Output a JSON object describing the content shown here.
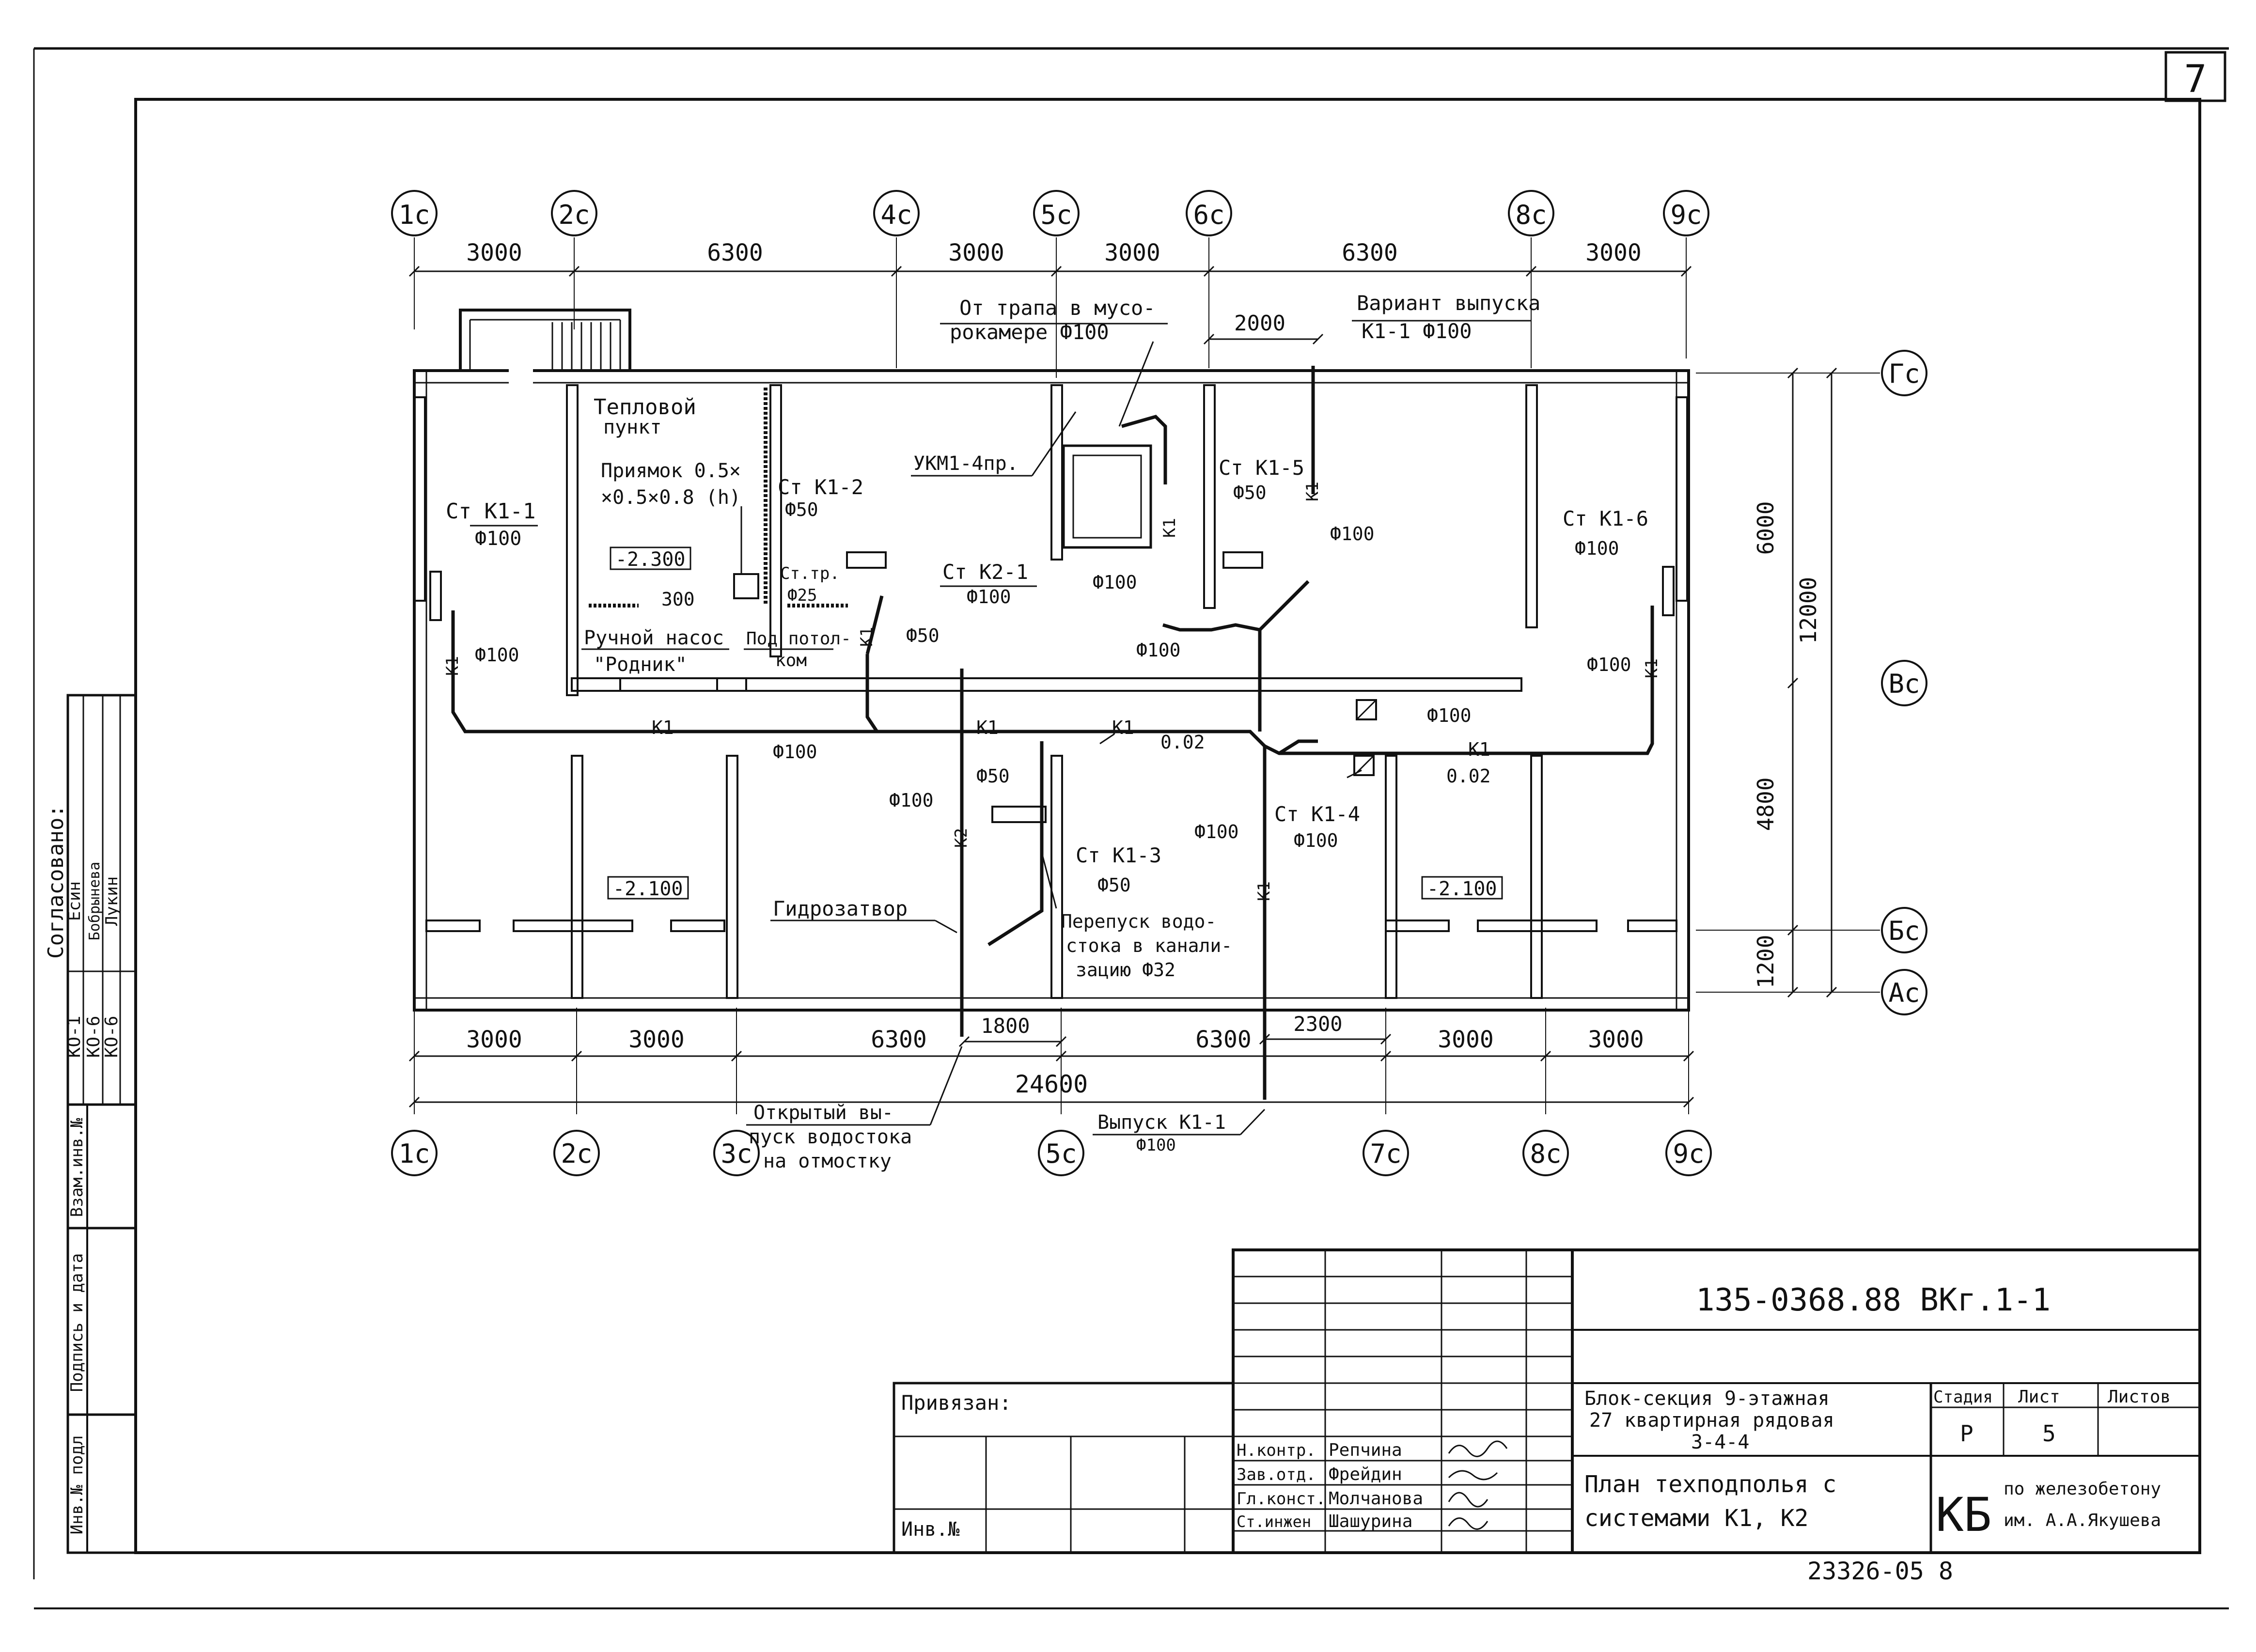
{
  "sheet_corner_number": "7",
  "axes_top": [
    "1c",
    "2c",
    "4c",
    "5c",
    "6c",
    "8c",
    "9c"
  ],
  "axes_bottom": [
    "1c",
    "2c",
    "3c",
    "5c",
    "7c",
    "8c",
    "9c"
  ],
  "axes_right": [
    "Гс",
    "Вс",
    "Бс",
    "Ас"
  ],
  "dims_top": [
    "3000",
    "6300",
    "3000",
    "3000",
    "6300",
    "3000"
  ],
  "dims_bottom": [
    "3000",
    "3000",
    "6300",
    "6300",
    "3000",
    "3000"
  ],
  "dim_total": "24600",
  "dim_2000": "2000",
  "dim_1800": "1800",
  "dim_2300": "2300",
  "dim_300": "300",
  "dims_right": [
    "6000",
    "4800",
    "1200",
    "12000"
  ],
  "labels": {
    "ot_trapa_1": "От трапа в мусо-",
    "ot_trapa_2": "рокамере Ф100",
    "variant_1": "Вариант выпуска",
    "variant_2": "К1-1 Ф100",
    "teplovoy_1": "Тепловой",
    "teplovoy_2": "пункт",
    "priyamok_1": "Приямок 0.5×",
    "priyamok_2": "×0.5×0.8 (h)",
    "ukm": "УКМ1-4пр.",
    "stk11": "Ст К1-1",
    "stk12": "Ст К1-2",
    "stk15": "Ст К1-5",
    "stk16": "Ст К1-6",
    "stk21": "Ст К2-1",
    "stk13": "Ст К1-3",
    "stk14": "Ст К1-4",
    "sttr_1": "Ст.тр.",
    "sttr_2": "Ф25",
    "d100": "Ф100",
    "d50": "Ф50",
    "elev_2300": "-2.300",
    "elev_2100": "-2.100",
    "ruchnoy_1": "Ручной насос",
    "ruchnoy_2": "\"Родник\"",
    "pod_potol_1": "Под потол-",
    "pod_potol_2": "ком",
    "k1": "К1",
    "k2": "К2",
    "slope": "0.02",
    "gidrozatvor": "Гидрозатвор",
    "perepusk_1": "Перепуск водо-",
    "perepusk_2": "стока в канали-",
    "perepusk_3": "зацию Ф32",
    "otkr_1": "Открытый вы-",
    "otkr_2": "пуск водостока",
    "otkr_3": "на отмостку",
    "vypusk_1": "Выпуск К1-1",
    "vypusk_2": "Ф100"
  },
  "stamp": {
    "soglasovano": "Согласовано:",
    "rows": [
      [
        "КО-1",
        "Есин"
      ],
      [
        "КО-6",
        "Бобрынева"
      ],
      [
        "КО-6",
        "Лукин"
      ]
    ],
    "side_labels": [
      "Взам.инв.№",
      "Подпись и дата",
      "Инв.№ подл"
    ],
    "privyazan": "Привязан:",
    "inv_no": "Инв.№",
    "roles": [
      "Н.контр.",
      "Зав.отд.",
      "Гл.конст.",
      "Ст.инжен"
    ],
    "names": [
      "Репчина",
      "Фрейдин",
      "Молчанова",
      "Шашурина"
    ],
    "doc_code": "135-0368.88  ВКг.1-1",
    "title_1": "Блок-секция 9-этажная",
    "title_2": "27 квартирная рядовая",
    "title_3": "3-4-4",
    "plan_1": "План техподполья с",
    "plan_2": "системами К1, К2",
    "stadia_h": "Стадия",
    "list_h": "Лист",
    "listov_h": "Листов",
    "stadia": "Р",
    "list": "5",
    "org_logo": "КБ",
    "org_1": "по железобетону",
    "org_2": "им. А.А.Якушева",
    "bottom_no": "23326-05  8"
  }
}
